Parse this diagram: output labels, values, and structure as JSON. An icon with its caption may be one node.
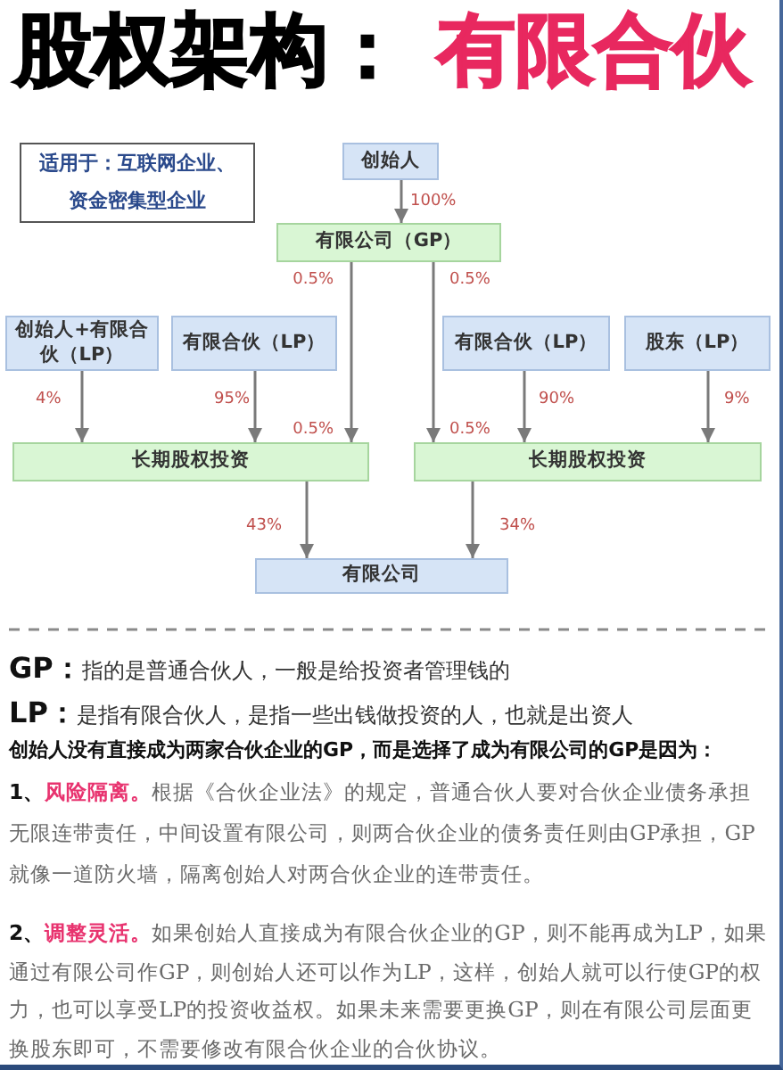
{
  "diagram": {
    "title": "股权架构：",
    "nodes": [
      {
        "text": [
          "适用于：互联网企业、资金密集型企业"
        ]
      },
      {
        "text": [
          "创始人"
        ]
      },
      {
        "text": [
          "有限公司（GP）"
        ]
      },
      {
        "text": [
          "创始人+有限合伙（LP）"
        ]
      },
      {
        "text": [
          "有限合伙（LP）"
        ]
      },
      {
        "text": [
          "有限合伙（LP）"
        ]
      },
      {
        "text": [
          "股东（LP）"
        ]
      },
      {
        "text": [
          "长期股权投资"
        ]
      },
      {
        "text": [
          "长期股权投资"
        ]
      },
      {
        "text": [
          "有限公司"
        ]
      }
    ],
    "edges": [
      {
        "from": 1,
        "to": 2,
        "arrow": "to",
        "label": "100%"
      },
      {
        "from": 2,
        "to": 7,
        "arrow": "to",
        "label": "0.5%"
      },
      {
        "from": 2,
        "to": 8,
        "arrow": "to",
        "label": "0.5%"
      },
      {
        "from": 3,
        "to": 7,
        "arrow": "to",
        "label": "4%"
      },
      {
        "from": 4,
        "to": 7,
        "arrow": "to",
        "label": "95%"
      },
      {
        "from": 5,
        "to": 8,
        "arrow": "to",
        "label": "90%"
      },
      {
        "from": 6,
        "to": 8,
        "arrow": "to",
        "label": "9%"
      },
      {
        "from": 7,
        "to": 9,
        "arrow": "to",
        "label": "43%"
      },
      {
        "from": 8,
        "to": 9,
        "arrow": "to",
        "label": "34%"
      }
    ],
    "labels": [
      "有限合伙",
      "0.5%",
      "0.5%",
      "**GP：**指的是普通合伙人，一般是给投资者管理钱的",
      "**LP：**是指有限合伙人，是指一些出钱做投资的人，也就是出资人",
      "创始人没有直接成为两家合伙企业的GP，而是选择了成为有限公司的GP是因为：",
      "**1、****风险隔离。**根据《合伙企业法》的规定，普通合伙人要对合伙企业债务承担无限连带责任，中间设置有限公司，则两合伙企业的债务责任则由GP承担，GP就像一道防火墙，隔离创始人对两合伙企业的连带责任。",
      "**2、****调整灵活。**如果创始人直接成为有限合伙企业的GP，则不能再成为LP，如果通过有限公司作GP，则创始人还可以作为LP，这样，创始人就可以行使GP的权力，也可以享受LP的投资收益权。如果未来需要更换GP，则在有限公司层面更换股东即可，不需要修改有限合伙企业的合伙协议。"
    ]
  }
}
